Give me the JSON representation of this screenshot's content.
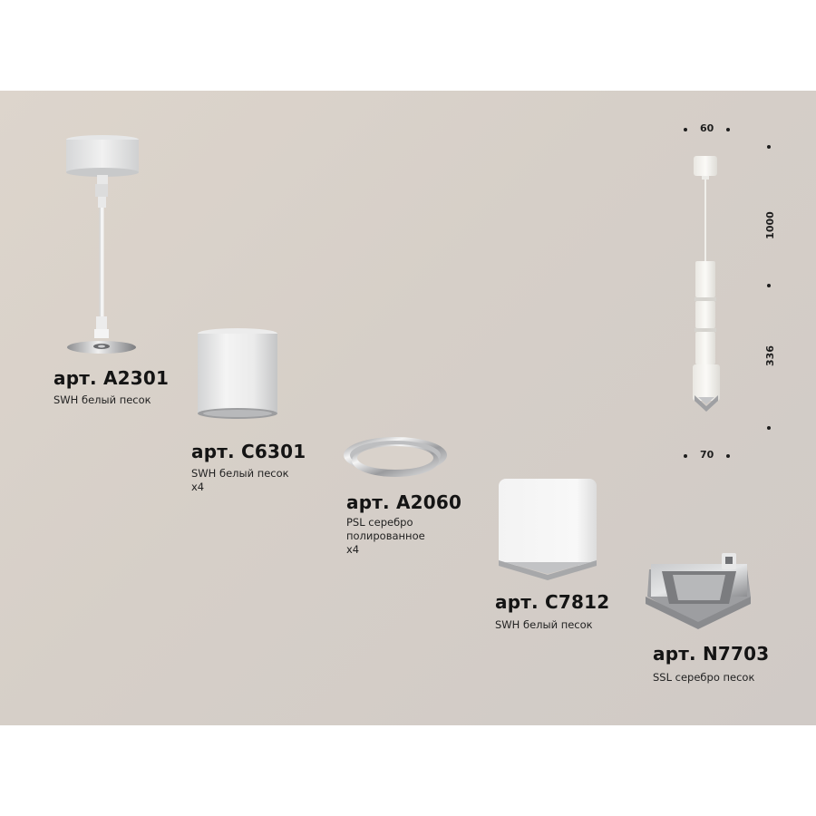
{
  "products": [
    {
      "id": "a2301",
      "title": "арт. A2301",
      "desc_lines": [
        "SWH белый песок"
      ]
    },
    {
      "id": "c6301",
      "title": "арт. C6301",
      "desc_lines": [
        "SWH белый песок",
        "x4"
      ]
    },
    {
      "id": "a2060",
      "title": "арт. A2060",
      "desc_lines": [
        "PSL серебро",
        "полированное",
        "x4"
      ]
    },
    {
      "id": "c7812",
      "title": "арт. C7812",
      "desc_lines": [
        "SWH белый песок"
      ]
    },
    {
      "id": "n7703",
      "title": "арт. N7703",
      "desc_lines": [
        "SSL серебро песок"
      ]
    }
  ],
  "dimensions": {
    "top_width": "60",
    "bottom_width": "70",
    "cable_length": "1000",
    "body_height": "336"
  },
  "colors": {
    "background": "#d8d0c8",
    "white_finish": "#f2f2f0",
    "silver_finish": "#a9aaac",
    "text": "#141414"
  }
}
